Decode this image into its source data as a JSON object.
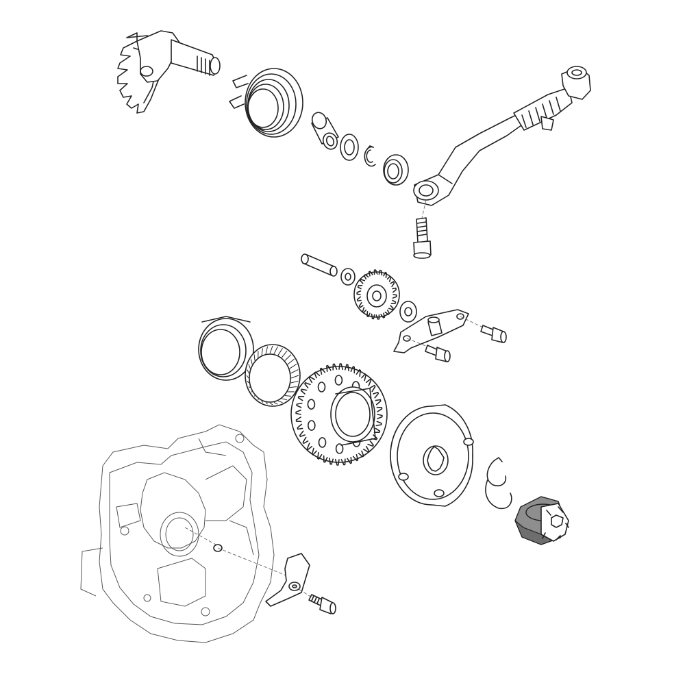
{
  "diagram": {
    "kind": "exploded-parts-view",
    "line_color": "#222222",
    "background": "#ffffff",
    "accent_grey": "#8e8e8e",
    "parts": [
      "kickstart-shaft-gear",
      "return-spring",
      "spacer-bushing",
      "thrust-washer",
      "circlip",
      "shaft-seal",
      "kickstart-lever",
      "lever-clamp-bolt",
      "idler-shaft-pin",
      "idler-washer",
      "idler-gear",
      "idler-washer-outer",
      "retaining-plate",
      "plate-bolt-right",
      "plate-bolt-left",
      "bearing-race",
      "needle-roller-bearing",
      "starter-driven-gear",
      "starter-clutch-flywheel",
      "wire-retaining-clip",
      "starter-pinion",
      "crankcase-cover",
      "lower-bracket",
      "bracket-bolt"
    ]
  }
}
